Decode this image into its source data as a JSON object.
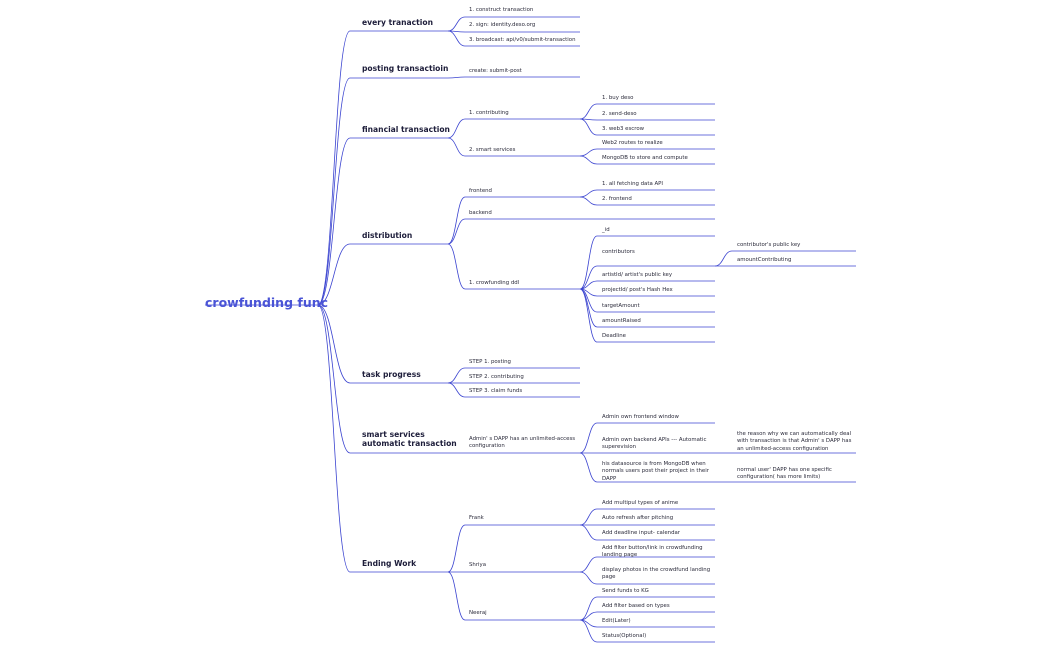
{
  "root": "crowfunding func",
  "every": {
    "title": "every tranaction",
    "items": [
      "1. construct transaction",
      "2. sign: identity.deso.org",
      "3. broadcast: api/v0/submit-transaction"
    ]
  },
  "posting": {
    "title": "posting transactioin",
    "items": [
      "create: submit-post"
    ]
  },
  "financial": {
    "title": "financial transaction",
    "contributing": "1. contributing",
    "contributing_items": [
      "1. buy deso",
      "2. send-deso",
      "3. web3 escrow"
    ],
    "smart": "2. smart services",
    "smart_items": [
      "Web2 routes to realize",
      "MongoDB to store and compute"
    ]
  },
  "distribution": {
    "title": "distribution",
    "frontend": "frontend",
    "frontend_items": [
      "1. all fetching data API",
      "2. frontend"
    ],
    "backend": "backend",
    "ddl": "1. crowfunding ddl",
    "ddl_items": [
      "_id",
      "contributors",
      "artistId/ artist's public key",
      "projectId/ post's Hash Hex",
      "targetAmount",
      "amountRaised",
      "Deadline"
    ],
    "contributor_items": [
      "contributor's public key",
      "amountContributing"
    ]
  },
  "task": {
    "title": "task progress",
    "items": [
      "STEP 1. posting",
      "STEP 2. contributing",
      "STEP 3. claim funds"
    ]
  },
  "smart": {
    "title_line1": "smart services",
    "title_line2": "automatic transaction",
    "child": "Admin' s DAPP has an unlimited-access configuration",
    "items": [
      "Admin own frontend window",
      "Admin own backend APIs --- Automatic superevision",
      "his datasource is from MongoDB when normals users post their project in their DAPP"
    ],
    "notes": [
      "the reason why we can automatically deal with transaction is that Admin' s DAPP has an unlimited-access configuration",
      "normal user' DAPP has one specific configuration( has more limits)"
    ]
  },
  "ending": {
    "title": "Ending Work",
    "frank": "Frank",
    "frank_items": [
      "Add multipul types of anime",
      "Auto refresh after pitching",
      "Add deadline input- calendar"
    ],
    "shriya": "Shriya",
    "shriya_items": [
      "Add filter button/link in crowdfunding landing page",
      "display photos in the crowdfund landing page"
    ],
    "neeraj": "Neeraj",
    "neeraj_items": [
      "Send funds to KG",
      "Add filter based on types",
      "Edit(Later)",
      "Status(Optional)"
    ]
  },
  "style": {
    "line_color": "#3b44d0",
    "root_color": "#4a54d6"
  }
}
